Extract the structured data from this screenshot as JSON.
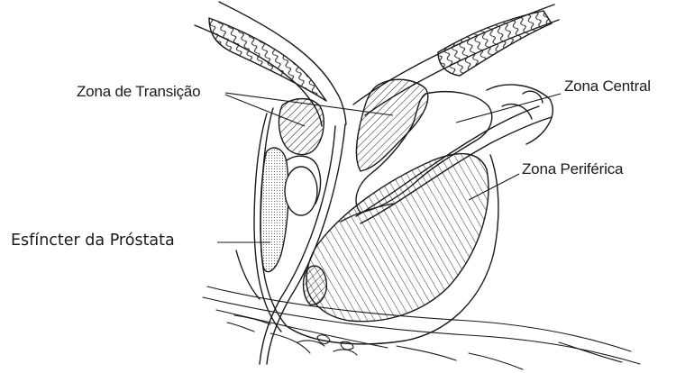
{
  "labels": {
    "transition_zone": "Zona de Transição",
    "central_zone": "Zona Central",
    "peripheral_zone": "Zona Periférica",
    "sphincter": "Esfíncter da Próstata"
  },
  "colors": {
    "line": "#1a1a1a",
    "background": "#ffffff"
  }
}
